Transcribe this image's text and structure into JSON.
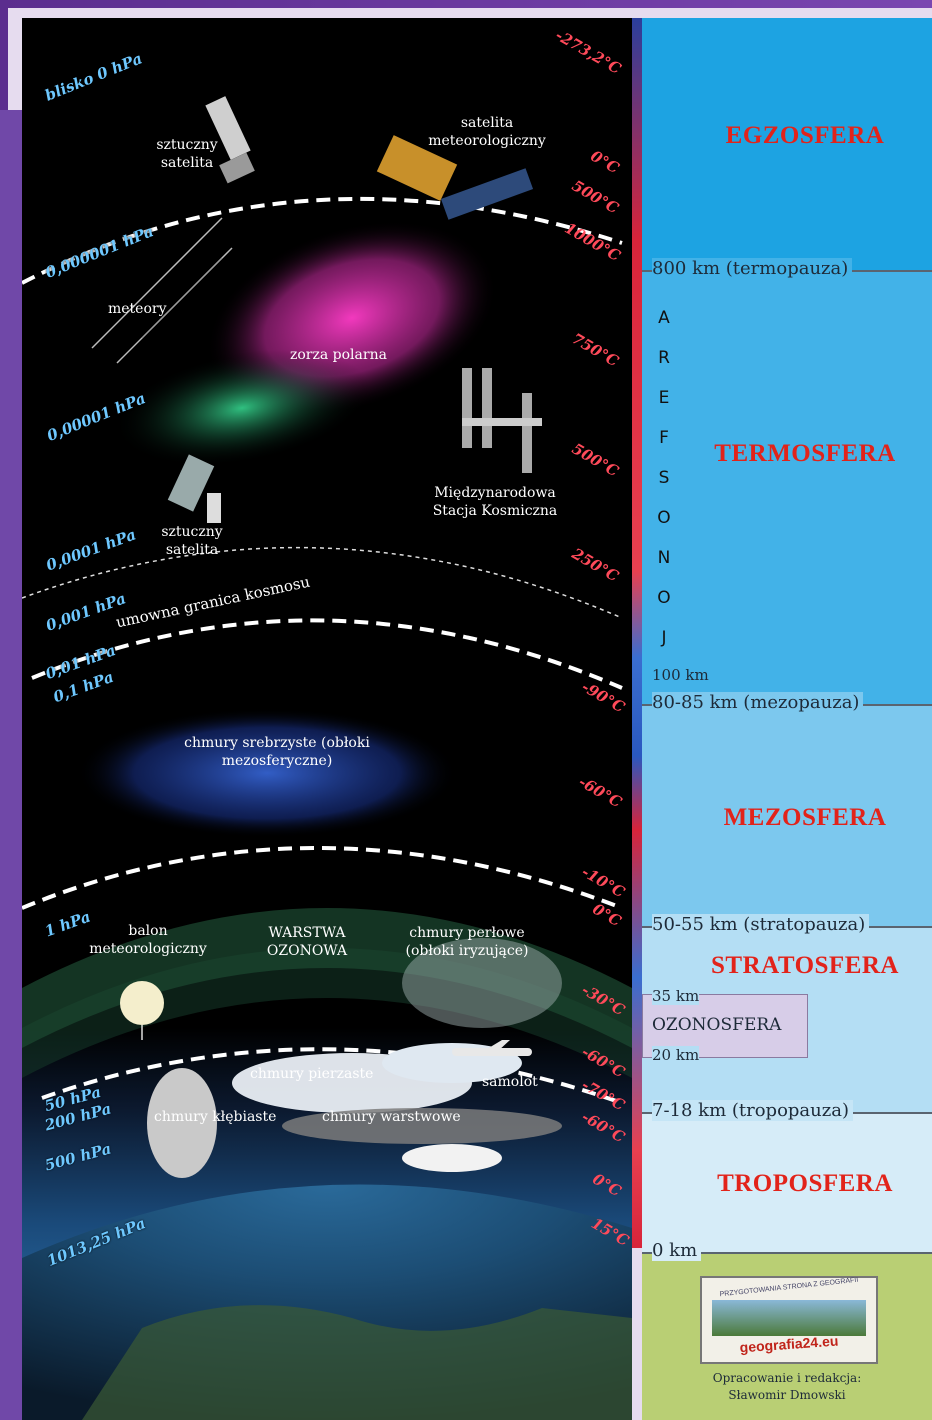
{
  "layers": {
    "egzosfera": "EGZOSFERA",
    "termosfera": "TERMOSFERA",
    "mezosfera": "MEZOSFERA",
    "stratosfera": "STRATOSFERA",
    "troposfera": "TROPOSFERA",
    "ozonosfera": "OZONOSFERA"
  },
  "boundaries": {
    "termopauza": "800 km (termopauza)",
    "km100": "100 km",
    "mezopauza": "80-85 km (mezopauza)",
    "stratopauza": "50-55 km (stratopauza)",
    "km35": "35 km",
    "km20": "20 km",
    "tropopauza": "7-18 km (tropopauza)",
    "km0": "0 km"
  },
  "jonosfera_letters": [
    "A",
    "R",
    "E",
    "F",
    "S",
    "O",
    "N",
    "O",
    "J"
  ],
  "pressures": [
    "blisko 0 hPa",
    "0,000001 hPa",
    "0,00001 hPa",
    "0,0001 hPa",
    "0,001 hPa",
    "0,01 hPa",
    "0,1 hPa",
    "1 hPa",
    "50 hPa",
    "200 hPa",
    "500 hPa",
    "1013,25 hPa"
  ],
  "temperatures": [
    "-273,2°C",
    "0°C",
    "500°C",
    "1000°C",
    "750°C",
    "500°C",
    "250°C",
    "-90°C",
    "-60°C",
    "-10°C",
    "0°C",
    "-30°C",
    "-60°C",
    "-70°C",
    "-60°C",
    "0°C",
    "15°C"
  ],
  "labels": {
    "sat1": "sztuczny satelita",
    "satmet": "satelita meteorologiczny",
    "meteory": "meteory",
    "zorza": "zorza polarna",
    "iss": "Międzynarodowa Stacja Kosmiczna",
    "sat2": "sztuczny satelita",
    "granica": "umowna granica kosmosu",
    "srebrzyste": "chmury srebrzyste (obłoki mezosferyczne)",
    "balon": "balon meteorologiczny",
    "ozonowa": "WARSTWA OZONOWA",
    "perlowe": "chmury perłowe (obłoki iryzujące)",
    "pierzaste": "chmury pierzaste",
    "samolot": "samolot",
    "klebiaste": "chmury kłębiaste",
    "warstwowe": "chmury warstwowe"
  },
  "logo": {
    "top": "PRZYGOTOWANIA STRONA Z GEOGRAFII",
    "site": "geografia24.eu"
  },
  "credit": "Opracowanie i redakcja: Sławomir Dmowski"
}
